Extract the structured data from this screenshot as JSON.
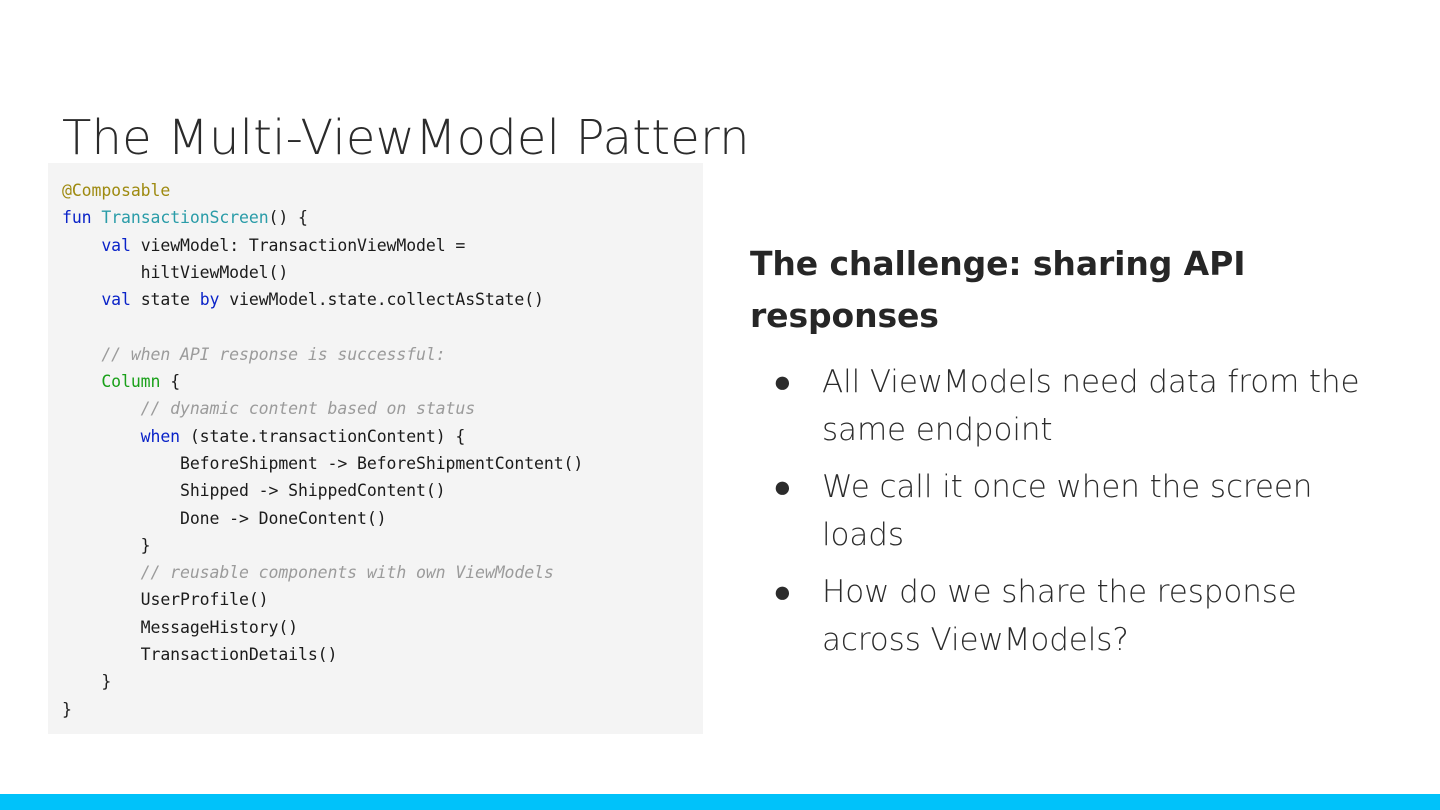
{
  "slide": {
    "title": "The Multi-ViewModel Pattern",
    "background_color": "#FFFFFF",
    "accent_bar_color": "#00C2FA"
  },
  "code_panel": {
    "background_color": "#F4F4F4",
    "language": "kotlin",
    "lines": [
      "@Composable",
      "fun TransactionScreen() {",
      "    val viewModel: TransactionViewModel =",
      "        hiltViewModel()",
      "    val state by viewModel.state.collectAsState()",
      "",
      "    // when API response is successful:",
      "    Column {",
      "        // dynamic content based on status",
      "        when (state.transactionContent) {",
      "            BeforeShipment -> BeforeShipmentContent()",
      "            Shipped -> ShippedContent()",
      "            Done -> DoneContent()",
      "        }",
      "        // reusable components with own ViewModels",
      "        UserProfile()",
      "        MessageHistory()",
      "        TransactionDetails()",
      "    }",
      "}"
    ],
    "token_colors": {
      "annotation": "#9E8A10",
      "keyword": "#0A23C8",
      "function_name": "#2A9CA8",
      "comment": "#9B9B9B",
      "composable_call": "#19A019",
      "plain": "#1B1B1B"
    }
  },
  "right_column": {
    "heading": "The challenge: sharing API responses",
    "bullet_marker": "●",
    "bullets": [
      "All ViewModels need data from the same endpoint",
      "We call it once when the screen loads",
      "How do we share the response across ViewModels?"
    ]
  }
}
